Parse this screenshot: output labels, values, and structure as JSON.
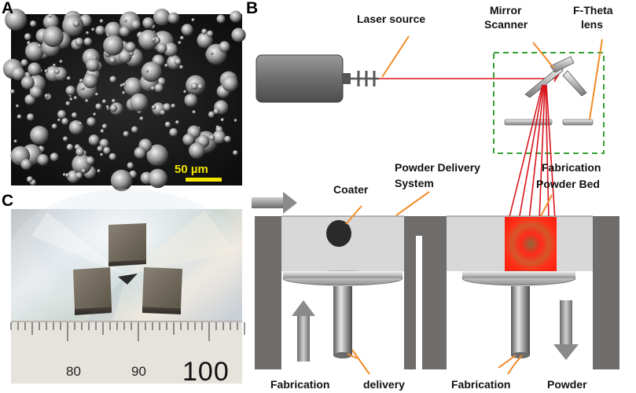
{
  "panels": {
    "a": "A",
    "b": "B",
    "c": "C"
  },
  "sem": {
    "scale_bar_label": "50 µm"
  },
  "ruler": {
    "marks": [
      "80",
      "90",
      "100"
    ]
  },
  "labels": {
    "laser_source": "Laser source",
    "mirror_scanner": [
      "Mirror",
      "Scanner"
    ],
    "ftheta_lens": [
      "F-Theta",
      "lens"
    ],
    "powder_delivery_system": [
      "Powder Delivery",
      "System"
    ],
    "coater": "Coater",
    "fabrication_powder_bed": [
      "Fabrication",
      "Powder Bed"
    ],
    "fabrication_left": "Fabrication",
    "delivery": "delivery",
    "fabrication_right": "Fabrication",
    "powder": "Powder"
  },
  "colors": {
    "laser": "#d8141c",
    "pointer": "#f28c28",
    "scan_box": "#34a134",
    "scale_bar": "#f2e600",
    "wall": "#6f6c6c",
    "bed": "#d8d8d8",
    "melt_pool_center": "#8a6a3a",
    "melt_pool_edge": "#ff2a1a"
  }
}
